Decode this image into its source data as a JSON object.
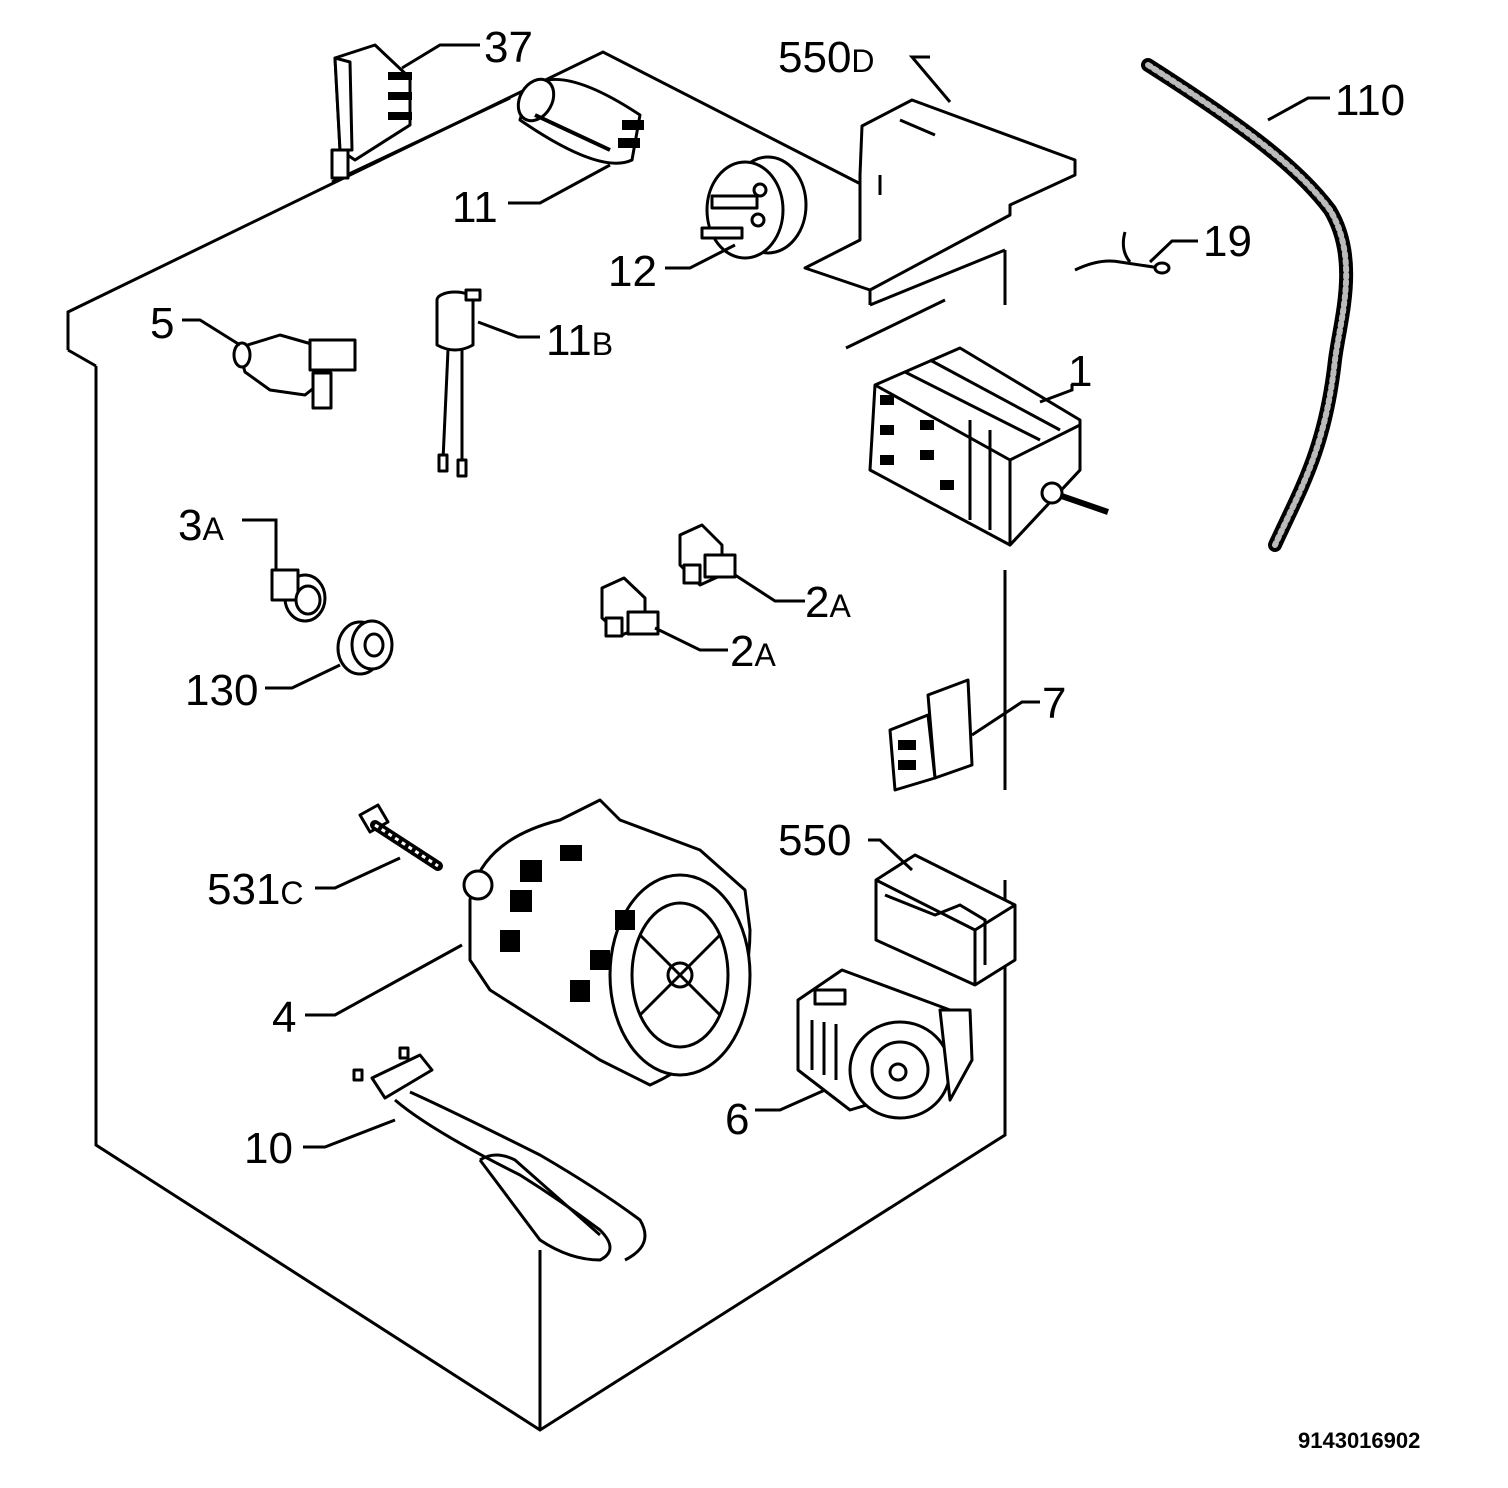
{
  "diagram": {
    "drawing_number": "9143016902",
    "parts": [
      {
        "id": "p37",
        "number": "37",
        "suffix": "",
        "icon": "terminal-block-icon"
      },
      {
        "id": "p550d",
        "number": "550",
        "suffix": "D",
        "icon": "cover-plate-icon"
      },
      {
        "id": "p110",
        "number": "110",
        "suffix": "",
        "icon": "hose-icon"
      },
      {
        "id": "p11",
        "number": "11",
        "suffix": "",
        "icon": "capacitor-icon"
      },
      {
        "id": "p12",
        "number": "12",
        "suffix": "",
        "icon": "pressure-switch-icon"
      },
      {
        "id": "p19",
        "number": "19",
        "suffix": "",
        "icon": "clip-icon"
      },
      {
        "id": "p5",
        "number": "5",
        "suffix": "",
        "icon": "valve-icon"
      },
      {
        "id": "p11b",
        "number": "11",
        "suffix": "B",
        "icon": "suppressor-icon"
      },
      {
        "id": "p1",
        "number": "1",
        "suffix": "",
        "icon": "timer-icon"
      },
      {
        "id": "p3a",
        "number": "3",
        "suffix": "A",
        "icon": "push-switch-icon"
      },
      {
        "id": "p2a1",
        "number": "2",
        "suffix": "A",
        "icon": "connector-icon"
      },
      {
        "id": "p2a2",
        "number": "2",
        "suffix": "A",
        "icon": "connector-icon"
      },
      {
        "id": "p130",
        "number": "130",
        "suffix": "",
        "icon": "nut-icon"
      },
      {
        "id": "p7",
        "number": "7",
        "suffix": "",
        "icon": "door-lock-icon"
      },
      {
        "id": "p531c",
        "number": "531",
        "suffix": "C",
        "icon": "screw-icon"
      },
      {
        "id": "p550",
        "number": "550",
        "suffix": "",
        "icon": "pump-cover-icon"
      },
      {
        "id": "p4",
        "number": "4",
        "suffix": "",
        "icon": "motor-icon"
      },
      {
        "id": "p6",
        "number": "6",
        "suffix": "",
        "icon": "drain-pump-icon"
      },
      {
        "id": "p10",
        "number": "10",
        "suffix": "",
        "icon": "heating-element-icon"
      }
    ]
  }
}
